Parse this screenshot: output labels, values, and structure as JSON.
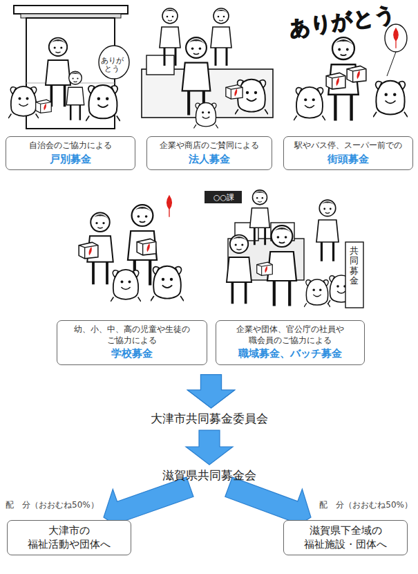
{
  "diagram": {
    "nodes": [
      {
        "text": [
          "自治会のご協力による",
          "戸別募金"
        ]
      },
      {
        "text": [
          "企業や商店のご賛同による",
          "法人募金"
        ]
      },
      {
        "text": [
          "駅やバス停、スーパー前での",
          "街頭募金"
        ]
      },
      {
        "text": [
          "幼、小、中、高の児童や生徒の ご協力による",
          "学校募金"
        ]
      },
      {
        "text": [
          "企業や団体、官公庁の社員や 職会員のご協力による",
          "職域募金、バッチ募金"
        ]
      },
      {
        "text": [
          "大津市共同募金委員会"
        ]
      },
      {
        "text": [
          "滋賀県共同募金会"
        ]
      },
      {
        "text": [
          "大津市の 福祉活動や団体へ"
        ]
      },
      {
        "text": [
          "滋賀県下全域の 福祉施設・団体へ"
        ]
      }
    ],
    "edges": [
      {
        "from": 3,
        "to": 5,
        "arrow": "to"
      },
      {
        "from": 4,
        "to": 5,
        "arrow": "to"
      },
      {
        "from": 5,
        "to": 6,
        "arrow": "to"
      },
      {
        "from": 6,
        "to": 7,
        "arrow": "to",
        "label": "配　分（おおむね50%）"
      },
      {
        "from": 6,
        "to": 8,
        "arrow": "to",
        "label": "配　分（おおむね50%）"
      }
    ],
    "labels": [
      "ありがとう",
      "ありがとう",
      "○○課",
      "共同募金"
    ]
  }
}
